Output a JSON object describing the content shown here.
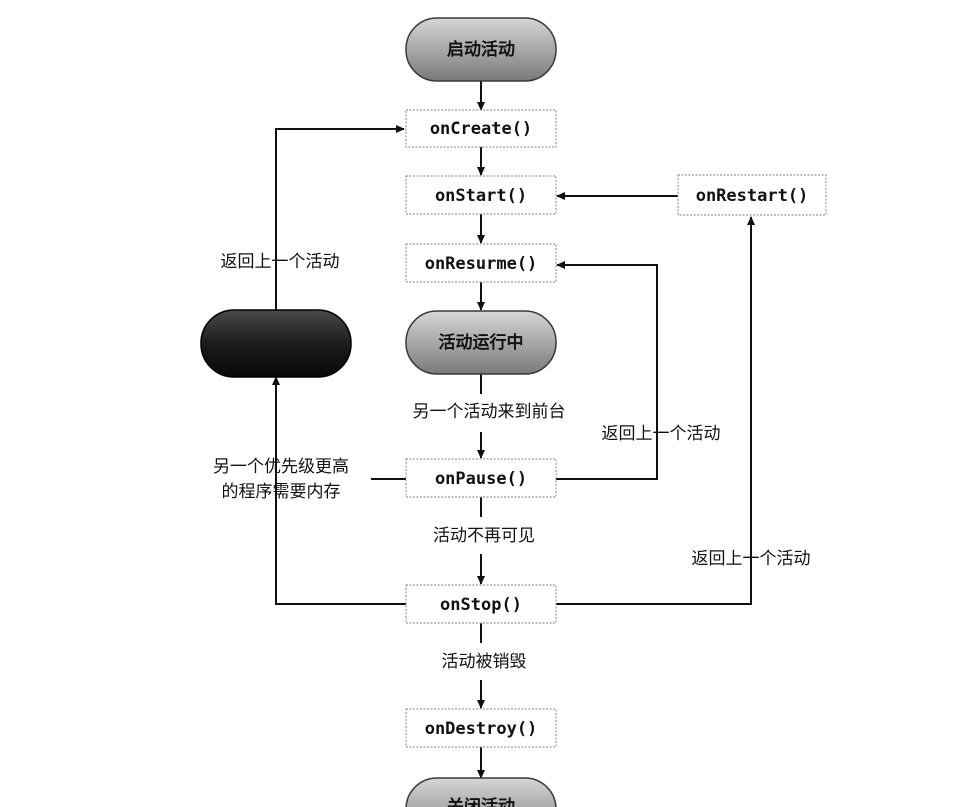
{
  "nodes": {
    "start": "启动活动",
    "running": "活动运行中",
    "killed": "",
    "shutdown": "关闭活动",
    "on_create": "onCreate()",
    "on_start": "onStart()",
    "on_restart": "onRestart()",
    "on_resume": "onResurme()",
    "on_pause": "onPause()",
    "on_stop": "onStop()",
    "on_destroy": "onDestroy()"
  },
  "labels": {
    "back_to_create": "返回上一个活动",
    "another_to_front": "另一个活动来到前台",
    "back_to_resume": "返回上一个活动",
    "memory_line1": "另一个优先级更高",
    "memory_line2": "的程序需要内存",
    "not_visible": "活动不再可见",
    "back_to_restart": "返回上一个活动",
    "destroyed": "活动被销毁"
  },
  "colors": {
    "pill_gray_light": "#d2d2d2",
    "pill_gray_dark": "#7e7e7e",
    "pill_black_light": "#4a4a4a",
    "pill_black_dark": "#0c0c0c",
    "stroke": "#111111"
  }
}
